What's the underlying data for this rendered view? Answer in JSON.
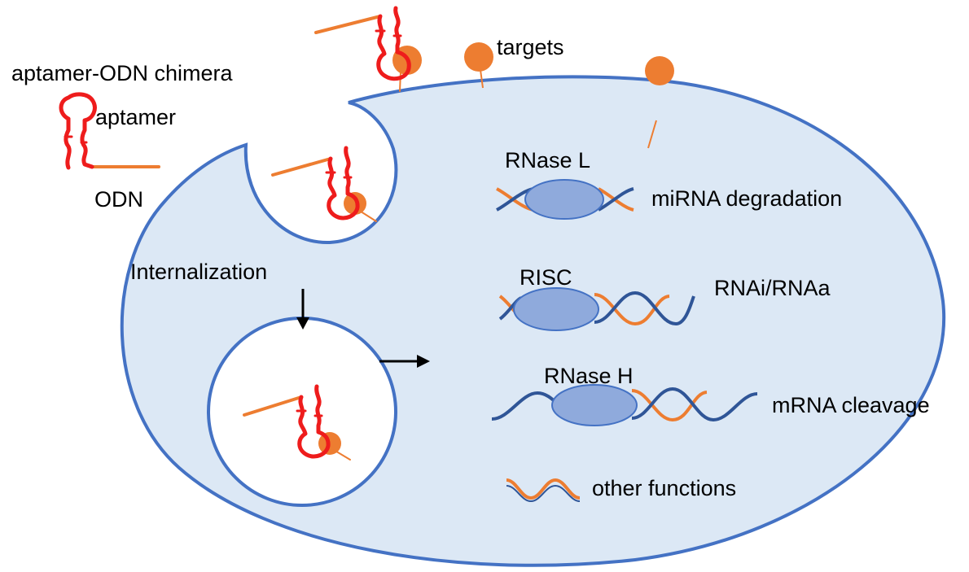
{
  "labels": {
    "chimera": "aptamer-ODN chimera",
    "aptamer": "aptamer",
    "odn": "ODN",
    "targets": "targets",
    "internalization": "Internalization",
    "rnase_l": "RNase L",
    "mirna_degradation": "miRNA degradation",
    "risc": "RISC",
    "rnai": "RNAi/RNAa",
    "rnase_h": "RNase H",
    "mrna_cleavage": "mRNA cleavage",
    "other_functions": "other functions"
  },
  "colors": {
    "cell_fill": "#dce8f5",
    "cell_stroke": "#4472c4",
    "aptamer_red": "#ee1c1c",
    "odn_orange": "#ed7d31",
    "target_orange": "#ed7d31",
    "enzyme_fill": "#8faadc",
    "strand_blue": "#2f5597"
  }
}
